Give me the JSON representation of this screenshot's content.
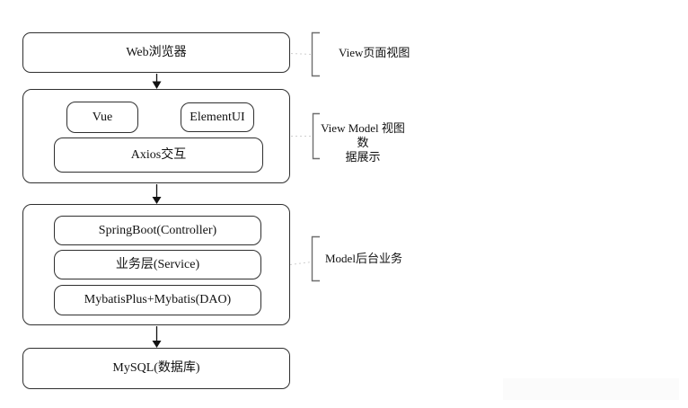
{
  "colors": {
    "canvas_bg": "#ffffff",
    "box_border": "#2f2f2f",
    "text": "#111111",
    "arrow": "#111111",
    "bracket": "#6e6e6e",
    "leader": "#cfcfcf",
    "watermark_bg": "#fbfbfb"
  },
  "diagram": {
    "nodes": {
      "web_browser": {
        "label": "Web浏览器"
      },
      "view_model_container": {
        "children": {
          "vue": {
            "label": "Vue"
          },
          "elementui": {
            "label": "ElementUI"
          },
          "axios": {
            "label": "Axios交互"
          }
        }
      },
      "model_container": {
        "children": {
          "springboot": {
            "label": "SpringBoot(Controller)"
          },
          "service": {
            "label": "业务层(Service)"
          },
          "mybatis": {
            "label": "MybatisPlus+Mybatis(DAO)"
          }
        }
      },
      "mysql": {
        "label": "MySQL(数据库)"
      }
    },
    "annotations": [
      {
        "lines": [
          "View页面视图"
        ]
      },
      {
        "lines": [
          "View Model 视图数",
          "据展示"
        ]
      },
      {
        "lines": [
          "Model后台业务"
        ]
      }
    ]
  }
}
